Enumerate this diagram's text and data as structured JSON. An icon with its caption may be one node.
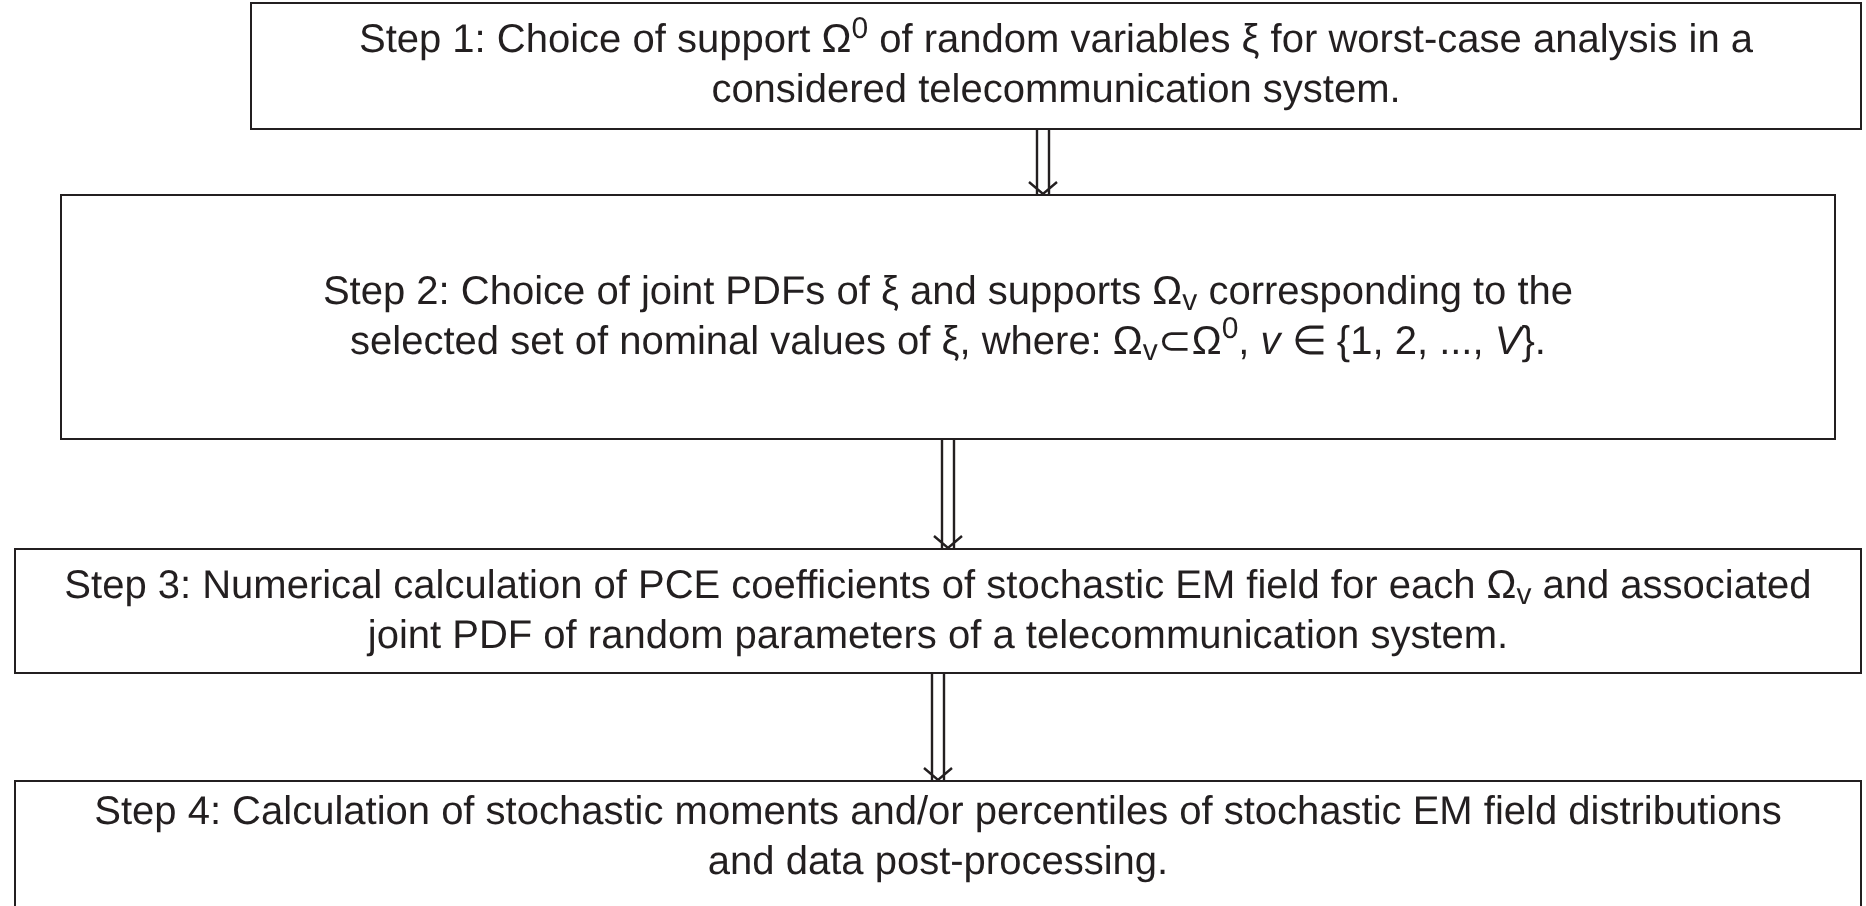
{
  "diagram": {
    "nodes": [
      {
        "text": [
          "Step 1: Choice of support Ω$^{0}$ of random variables ξ for worst-case analysis in a considered telecommunication system."
        ]
      },
      {
        "text": [
          "Step 2: Choice of joint PDFs of ξ and supports Ω$_{v}$ corresponding to the selected set of nominal values of ξ, where: Ω$_{v}$⊂Ω$^{0}$, *v* ∈ {1, 2, ..., *V*}."
        ]
      },
      {
        "text": [
          "Step 3: Numerical calculation of PCE coefficients of stochastic EM field for each Ω$_{v}$ and associated joint PDF of random parameters of a telecommunication system."
        ]
      },
      {
        "text": [
          "Step 4: Calculation of stochastic moments and/or percentiles of stochastic EM field distributions and data post-processing."
        ]
      }
    ],
    "edges": [
      {
        "from": 0,
        "to": 1,
        "arrow": "to"
      },
      {
        "from": 1,
        "to": 2,
        "arrow": "to"
      },
      {
        "from": 2,
        "to": 3,
        "arrow": "to"
      }
    ]
  }
}
